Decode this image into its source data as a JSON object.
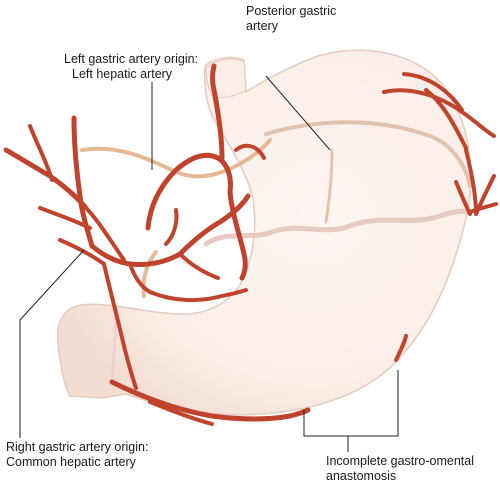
{
  "labels": {
    "posterior_gastric": {
      "line1": "Posterior gastric",
      "line2": "artery"
    },
    "left_gastric": {
      "line1": "Left gastric artery origin:",
      "line2": "Left hepatic artery"
    },
    "right_gastric": {
      "line1": "Right gastric artery origin:",
      "line2": "Common hepatic artery"
    },
    "gastro_omental": {
      "line1": "Incomplete gastro-omental",
      "line2": "anastomosis"
    }
  },
  "colors": {
    "stomach_fill": "#fbeee8",
    "stomach_outline": "#ead1c6",
    "artery": "#c0432d",
    "artery_dark": "#a8351f",
    "posterior_vessel": "#e8bfa3",
    "leader_line": "#222222"
  }
}
